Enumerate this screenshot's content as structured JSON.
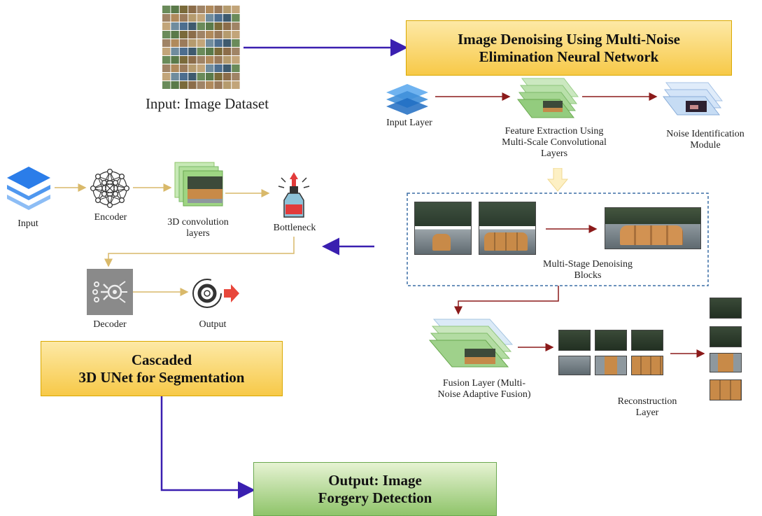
{
  "input_dataset_label": "Input: Image Dataset",
  "denoise_title": "Image Denoising Using Multi-Noise\nElimination Neural Network",
  "input_layer_label": "Input Layer",
  "feature_extraction_label": "Feature Extraction Using\nMulti-Scale Convolutional\nLayers",
  "noise_id_label": "Noise Identification\nModule",
  "multistage_label": "Multi-Stage Denoising\nBlocks",
  "fusion_label": "Fusion Layer (Multi-\nNoise Adaptive Fusion)",
  "reconstruction_label": "Reconstruction\nLayer",
  "unet": {
    "input_label": "Input",
    "encoder_label": "Encoder",
    "conv_label": "3D convolution\nlayers",
    "bottleneck_label": "Bottleneck",
    "decoder_label": "Decoder",
    "output_label": "Output"
  },
  "unet_title": "Cascaded\n3D UNet for Segmentation",
  "output_title": "Output: Image\nForgery Detection",
  "colors": {
    "flow_arrow": "#3a1fb0",
    "inner_arrow": "#8b1a1a",
    "unet_arrow": "#d9b96a",
    "yellow_box": "#f7c948",
    "green_box": "#8fc46a",
    "dashed_border": "#3b6ea5"
  },
  "icons": [
    "dataset-grid-icon",
    "layers-icon",
    "neural-network-icon",
    "bottle-icon",
    "decoder-chip-icon",
    "gear-output-icon",
    "down-arrow-icon"
  ]
}
